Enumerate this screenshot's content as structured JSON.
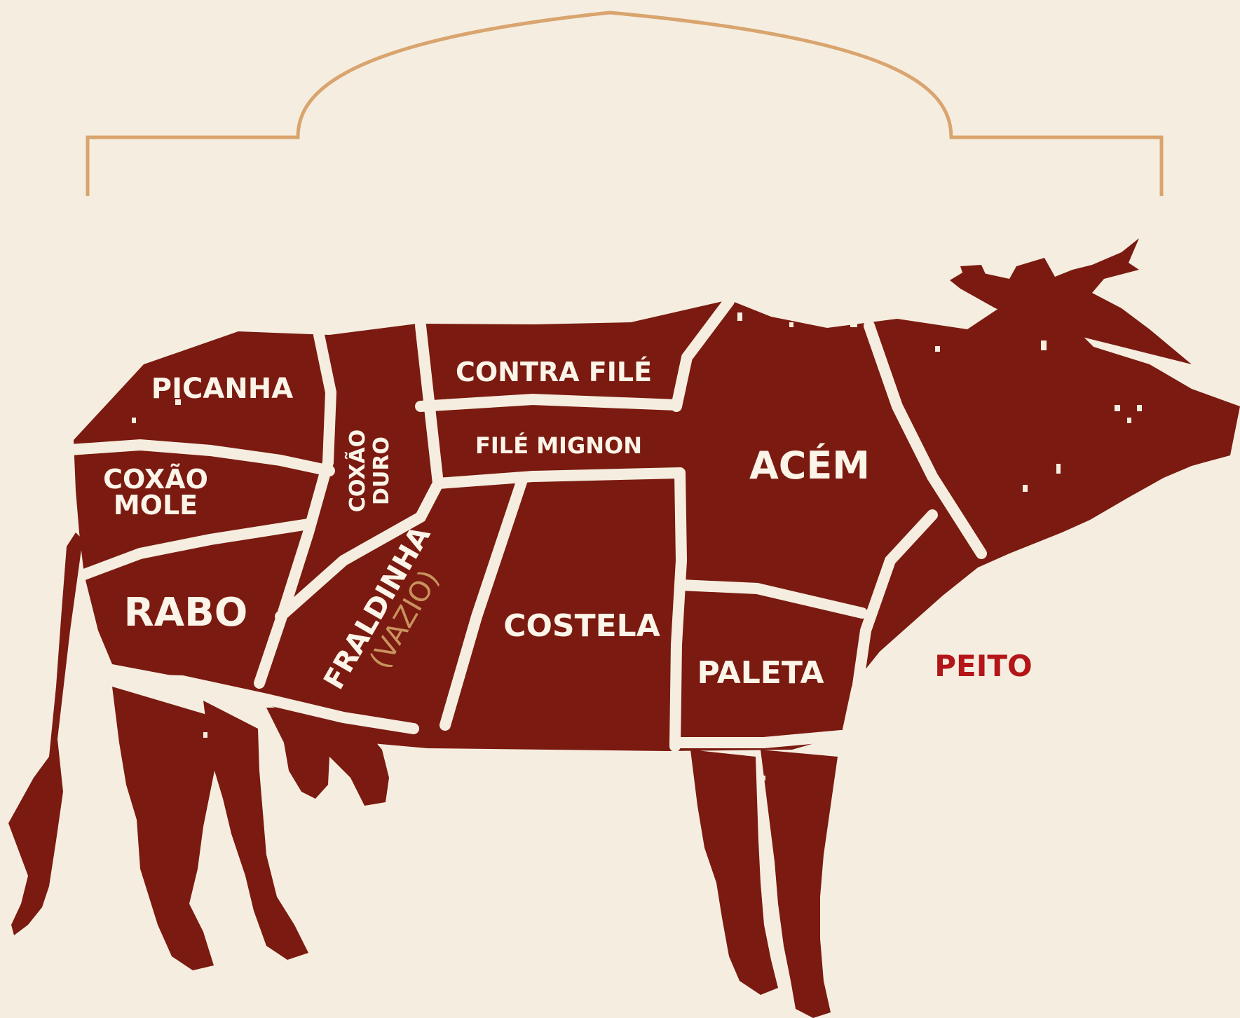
{
  "colors": {
    "background": "#f5eee0",
    "cow": "#7b1a10",
    "cut_lines": "#f5eee0",
    "label": "#fbf4e8",
    "accent_tan": "#c9935f",
    "peito_red": "#b31518",
    "frame": "#d9a46e"
  },
  "cuts": {
    "picanha": "PICANHA",
    "coxao_mole_1": "COXÃO",
    "coxao_mole_2": "MOLE",
    "coxao_duro_1": "COXÃO",
    "coxao_duro_2": "DURO",
    "rabo": "RABO",
    "contra_file": "CONTRA FILÉ",
    "file_mignon": "FILÉ MIGNON",
    "fraldinha": "FRALDINHA",
    "vazio": "(VAZIO)",
    "costela": "COSTELA",
    "acem": "ACÉM",
    "paleta": "PALETA",
    "peito": "PEITO"
  }
}
